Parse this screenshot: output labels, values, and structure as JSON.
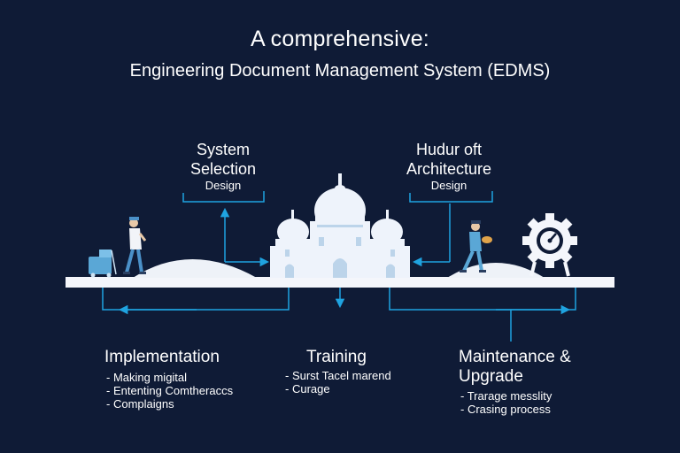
{
  "title": {
    "line1": "A comprehensive:",
    "line2": "Engineering Document Management System (EDMS)"
  },
  "top_nodes": [
    {
      "heading": "System Selection",
      "line1": "System",
      "line2": "Selection",
      "sub": "Design"
    },
    {
      "heading": "Hudur oft Architecture",
      "line1": "Hudur oft",
      "line2": "Architecture",
      "sub": "Design"
    }
  ],
  "phases": [
    {
      "title": "Implementation",
      "bullets": [
        "Making migital",
        "Ententing Comtheraccs",
        "Complaigns"
      ]
    },
    {
      "title": "Training",
      "bullets": [
        "Surst Tacel marend",
        "Curage"
      ]
    },
    {
      "title": "Maintenance & Upgrade",
      "line1": "Maintenance &",
      "line2": "Upgrade",
      "bullets": [
        "Trarage messlity",
        "Crasing process"
      ]
    }
  ],
  "colors": {
    "background": "#0f1b36",
    "accent": "#1fa3e0",
    "building": "#eef3fb",
    "figure": "#5aa7d6"
  },
  "icons": [
    "luggage-cart-icon",
    "walking-engineer-icon",
    "mosque-building-icon",
    "engineer-with-box-icon",
    "gear-gauge-icon"
  ]
}
